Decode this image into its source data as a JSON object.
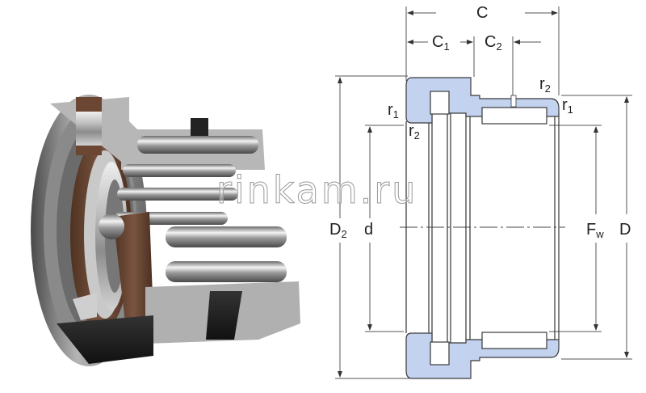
{
  "figure": {
    "description": "Combined needle roller / thrust ball bearing: 3D cutaway render and dimensioned cross-section",
    "colors": {
      "section_fill": "#c3d2ef",
      "section_stroke": "#3a3a3a",
      "dim_line": "#555555",
      "brown_cage": "#6b4733",
      "steel_light": "#d8d8d8",
      "steel_dark": "#5a5a5a"
    }
  },
  "dimensions": {
    "C": {
      "main": "C",
      "sub": ""
    },
    "C1": {
      "main": "C",
      "sub": "1"
    },
    "C2": {
      "main": "C",
      "sub": "2"
    },
    "r1_left": {
      "main": "r",
      "sub": "1"
    },
    "r2_left": {
      "main": "r",
      "sub": "2"
    },
    "r2_right": {
      "main": "r",
      "sub": "2"
    },
    "r1_right": {
      "main": "r",
      "sub": "1"
    },
    "D2": {
      "main": "D",
      "sub": "2"
    },
    "d": {
      "main": "d",
      "sub": ""
    },
    "Fw": {
      "main": "F",
      "sub": "w"
    },
    "D": {
      "main": "D",
      "sub": ""
    }
  },
  "watermark": {
    "text": "rinkam.ru"
  }
}
